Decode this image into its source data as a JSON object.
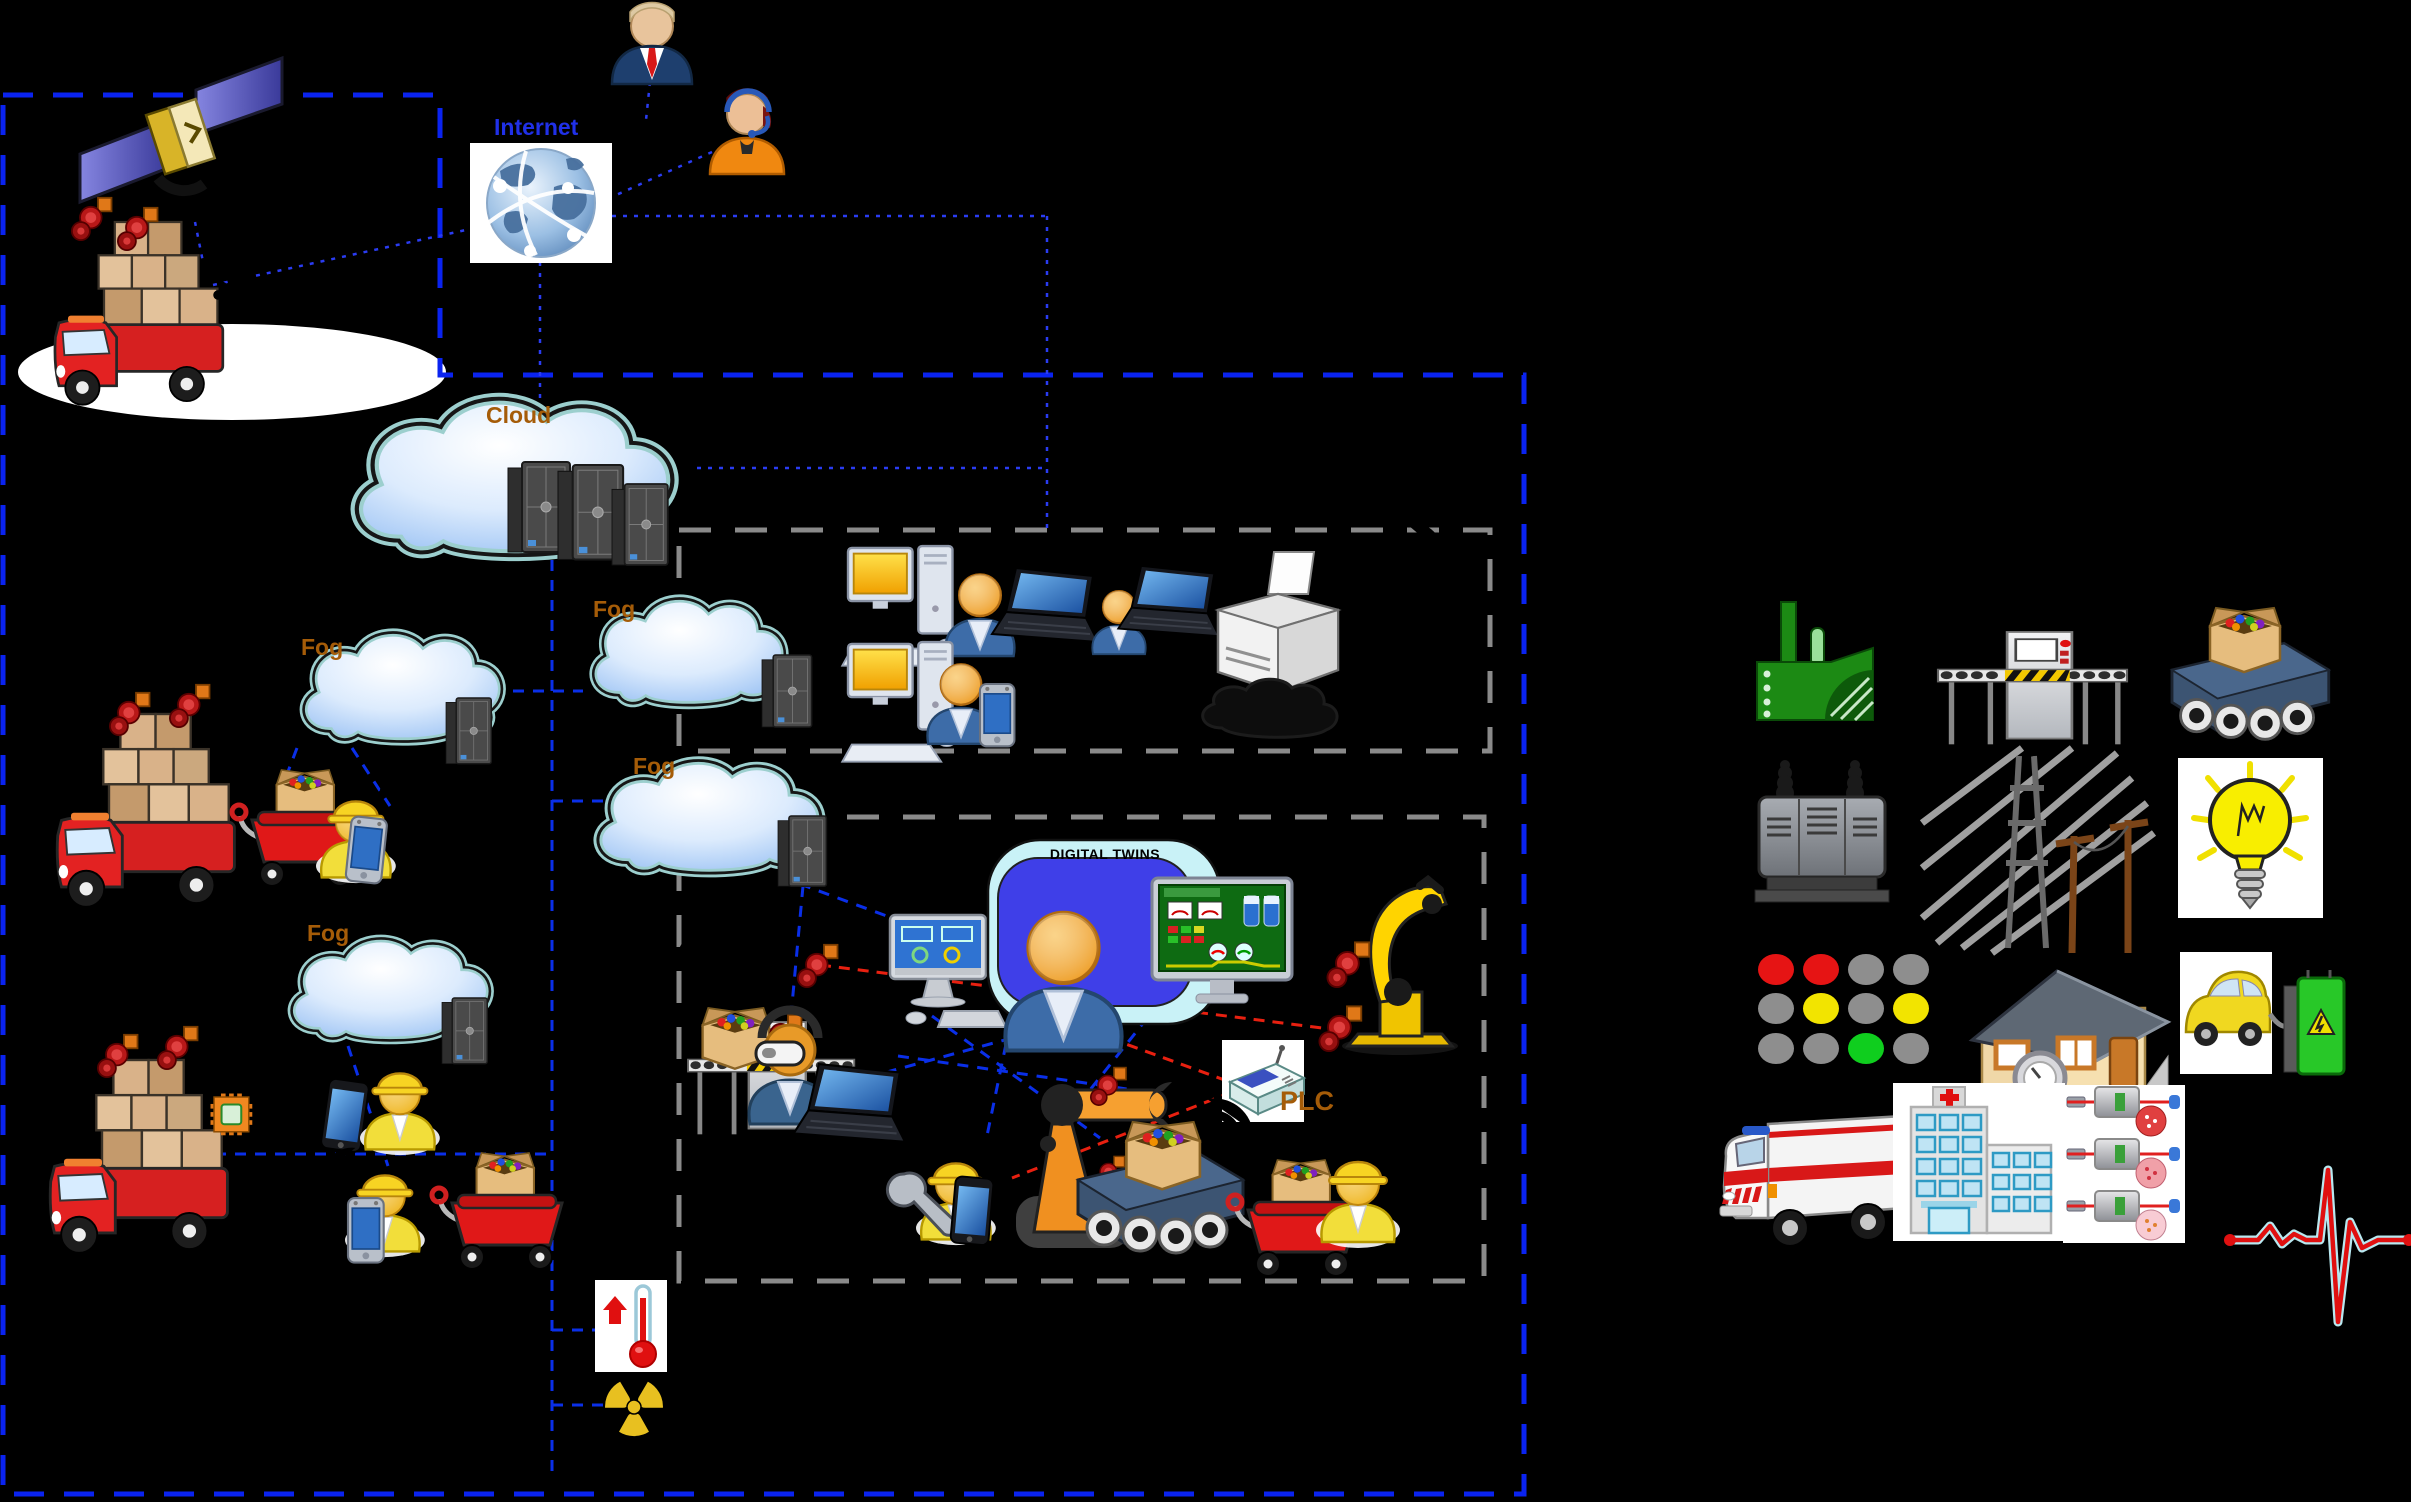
{
  "labels": {
    "internet": "Internet",
    "cloud": "Cloud",
    "fog": "Fog",
    "digital_twins": "DIGITAL TWINS",
    "plc": "PLC"
  },
  "colors": {
    "background": "#000000",
    "label_blue": "#2030e8",
    "label_brown": "#a55c08",
    "outer_box_blue": "#0a23f0",
    "box_gray": "#8a8a8a",
    "red_link": "#e82010",
    "dt_bubble_outer": "#c9f2f7",
    "dt_bubble_inner": "#3f3fe8",
    "traffic": {
      "red": "#e61414",
      "yellow": "#f2e400",
      "green": "#0fce1e",
      "gray": "#8e8e8e"
    }
  },
  "right_panel": {
    "traffic_matrix": [
      [
        "red",
        "red",
        "gray",
        "gray"
      ],
      [
        "gray",
        "yellow",
        "gray",
        "yellow"
      ],
      [
        "gray",
        "gray",
        "green",
        "gray"
      ]
    ]
  },
  "icons": [
    "satellite",
    "internet-globe",
    "businessman",
    "support-agent",
    "cloud-servers",
    "fog-cloud-1",
    "fog-cloud-2",
    "fog-cloud-3",
    "fog-cloud-4",
    "fog-server",
    "delivery-truck-1",
    "delivery-truck-2",
    "delivery-truck-3",
    "iot-sensor",
    "wifi-signal",
    "cargo-wagon",
    "worker",
    "pda-device",
    "smartphone",
    "rfid-chip",
    "desktop-pc",
    "laptop",
    "office-person",
    "wireless-printer",
    "black-cloud",
    "conveyor-inspection",
    "imac-scada",
    "digital-twin-operator",
    "scada-monitor",
    "robot-arm-yellow",
    "robot-arm-orange",
    "plc-controller",
    "vr-operator",
    "wrench",
    "box-of-parts",
    "conveyor-belt",
    "thermometer-alert",
    "radiation-sign",
    "green-factory",
    "power-transformer",
    "power-lines",
    "light-bulb",
    "traffic-lights",
    "smart-home",
    "ev-charging",
    "ambulance",
    "hospital",
    "biosensors",
    "ecg-signal"
  ]
}
